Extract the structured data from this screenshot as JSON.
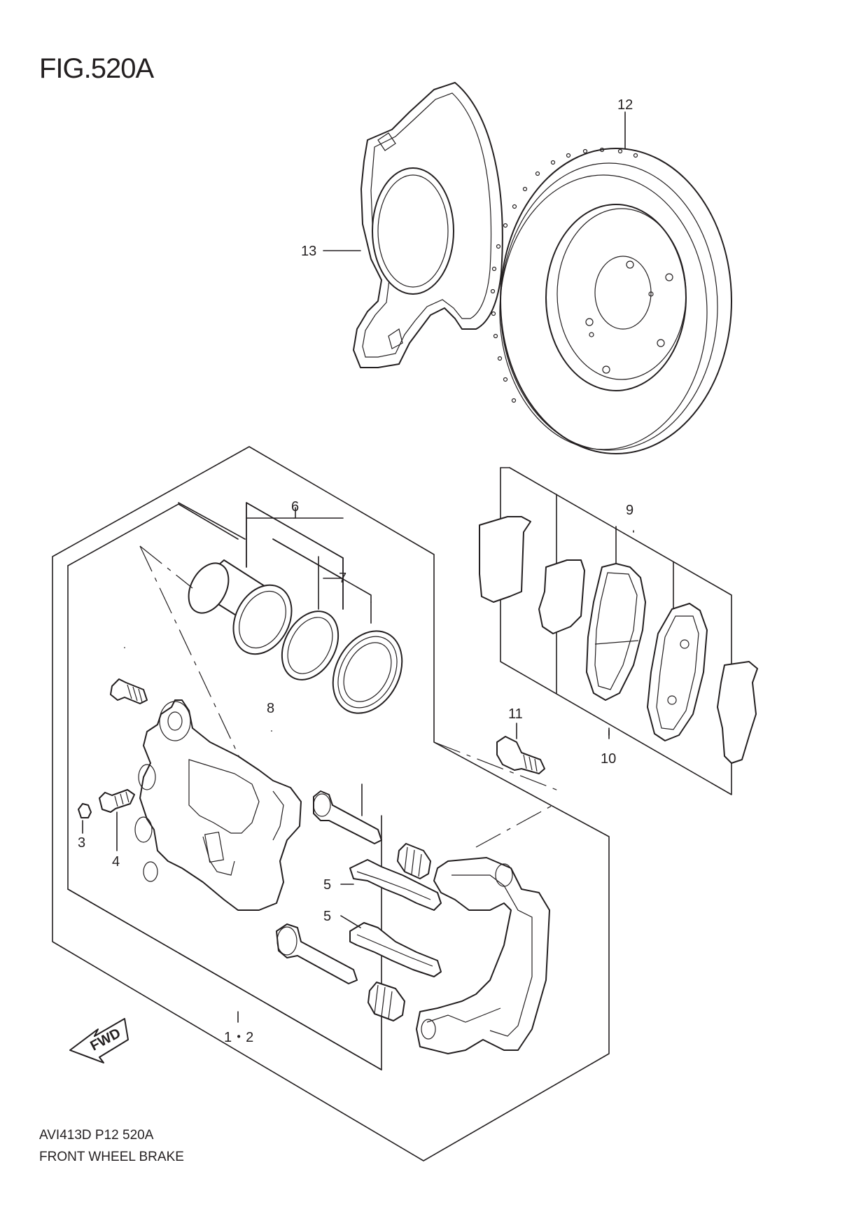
{
  "figure": {
    "title": "FIG.520A",
    "code": "AVI413D P12 520A",
    "name": "FRONT WHEEL BRAKE",
    "fwd_label": "FWD"
  },
  "callouts": {
    "c12": "12",
    "c13": "13",
    "c6": "6",
    "c7": "7",
    "c9": "9",
    "c8": "8",
    "c11": "11",
    "c10": "10",
    "c5a": "5",
    "c5b": "5",
    "c3": "3",
    "c4": "4",
    "c12b": "1・2"
  }
}
